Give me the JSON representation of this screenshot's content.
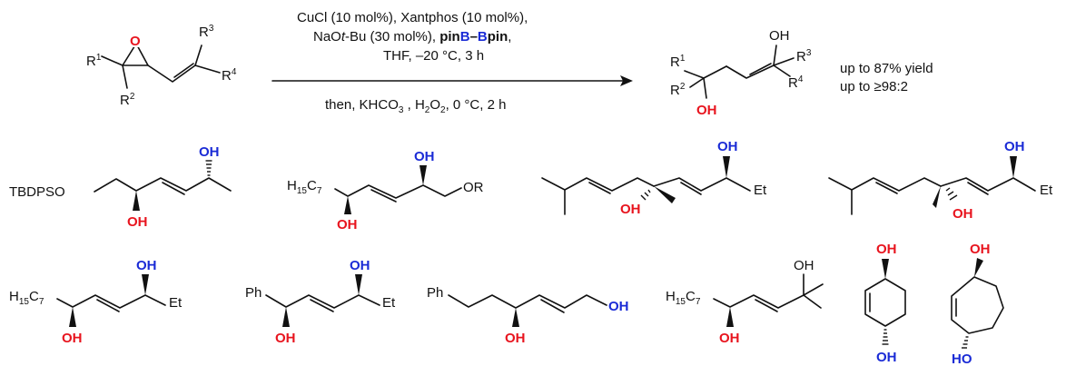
{
  "conditions": {
    "line1": "CuCl (10 mol%), Xantphos (10 mol%),",
    "line2_a": "NaO",
    "line2_t": "t",
    "line2_b": "-Bu (30 mol%), ",
    "line2_pin1": "pin",
    "line2_B1": "B",
    "line2_dash": "–",
    "line2_B2": "B",
    "line2_pin2": "pin",
    "line2_end": ",",
    "line3": "THF, –20 °C, 3 h",
    "line4_a": "then, KHCO",
    "line4_sub": "3",
    "line4_b": " , H",
    "line4_sub2": "2",
    "line4_c": "O",
    "line4_sub3": "2",
    "line4_d": ", 0 °C, 2 h"
  },
  "results": {
    "yield": "up to 87% yield",
    "ratio": "up to ≥98:2"
  },
  "labels": {
    "O": "O",
    "OH": "OH",
    "HO": "HO",
    "R": "R",
    "s1": "1",
    "s2": "2",
    "s3": "3",
    "s4": "4",
    "TBDPSO": "TBDPSO",
    "H": "H",
    "sub15": "15",
    "C": "C",
    "sub7": "7",
    "OR": "OR",
    "Et": "Et",
    "Ph": "Ph"
  },
  "colors": {
    "hydroxyl_red": "#e8141e",
    "boron_blue": "#1a2bd6",
    "bond_black": "#111111"
  }
}
